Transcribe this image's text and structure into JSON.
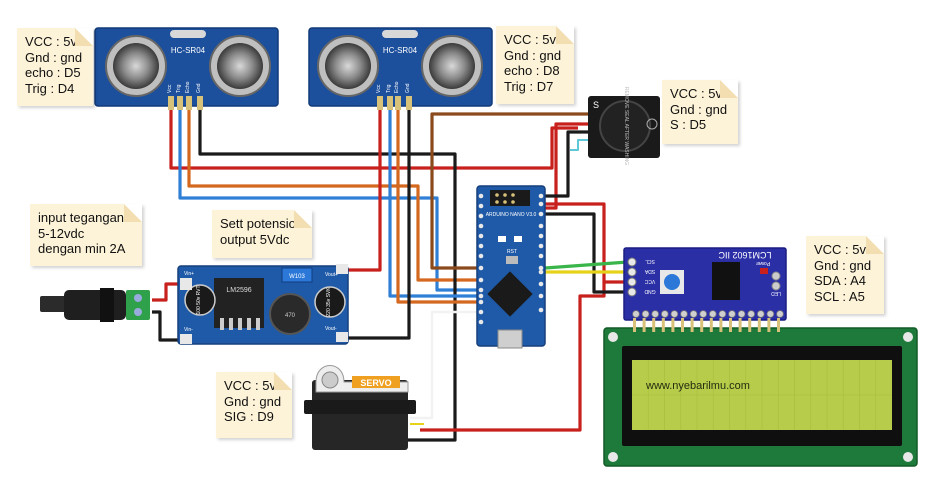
{
  "notes": {
    "sensor_left": [
      "VCC : 5v",
      "Gnd : gnd",
      "echo : D5",
      "Trig : D4"
    ],
    "sensor_right": [
      "VCC : 5v",
      "Gnd : gnd",
      "echo : D8",
      "Trig : D7"
    ],
    "buzzer": [
      "VCC : 5v",
      "Gnd : gnd",
      "S : D5"
    ],
    "power_input": [
      "input tegangan",
      "5-12vdc",
      "dengan min 2A"
    ],
    "potensio": [
      "Sett potensio",
      "output 5Vdc"
    ],
    "lcd": [
      "VCC : 5v",
      "Gnd : gnd",
      "SDA : A4",
      "SCL : A5"
    ],
    "servo": [
      "VCC : 5v",
      "Gnd : gnd",
      "SIG : D9"
    ]
  },
  "labels": {
    "sensor_name": "HC-SR04",
    "sensor_pins": [
      "Vcc",
      "Trig",
      "Echo",
      "Gnd"
    ],
    "buzzer_pin": "S",
    "buzzer_text": [
      "REMOVE",
      "SEAL",
      "AFTER",
      "WASHING"
    ],
    "buck_chip": "LM2596",
    "buck_pins": [
      "Vin+",
      "Vin-",
      "Vout+",
      "Vout-"
    ],
    "buck_pot": "W103",
    "buck_inductor": "470",
    "buck_cap_left": [
      "100",
      "50v",
      "RVT"
    ],
    "buck_cap_right": [
      "220",
      "35v",
      "SVK"
    ],
    "nano_text": [
      "ARDUINO",
      "NANO",
      "V3.0"
    ],
    "nano_rst": "RST",
    "i2c_title": "LCM1602 IIC",
    "i2c_pins": [
      "SCL",
      "SDA",
      "VCC",
      "GND"
    ],
    "i2c_power": "Power",
    "i2c_led": "LED",
    "lcd_text": "www.nyebarilmu.com",
    "servo_label": "SERVO"
  },
  "colors": {
    "wire_red": "#c8201c",
    "wire_black": "#1a1a1a",
    "wire_orange": "#d4681e",
    "wire_blue": "#2f7fd6",
    "wire_brown": "#8a4a1c",
    "wire_yellow": "#e6d21a",
    "wire_green": "#39b54a",
    "wire_white": "#f2f2f2",
    "board_blue": "#1f5aa8",
    "lcd_green": "#1e7a3a",
    "lcd_screen": "#b7cc4a"
  }
}
